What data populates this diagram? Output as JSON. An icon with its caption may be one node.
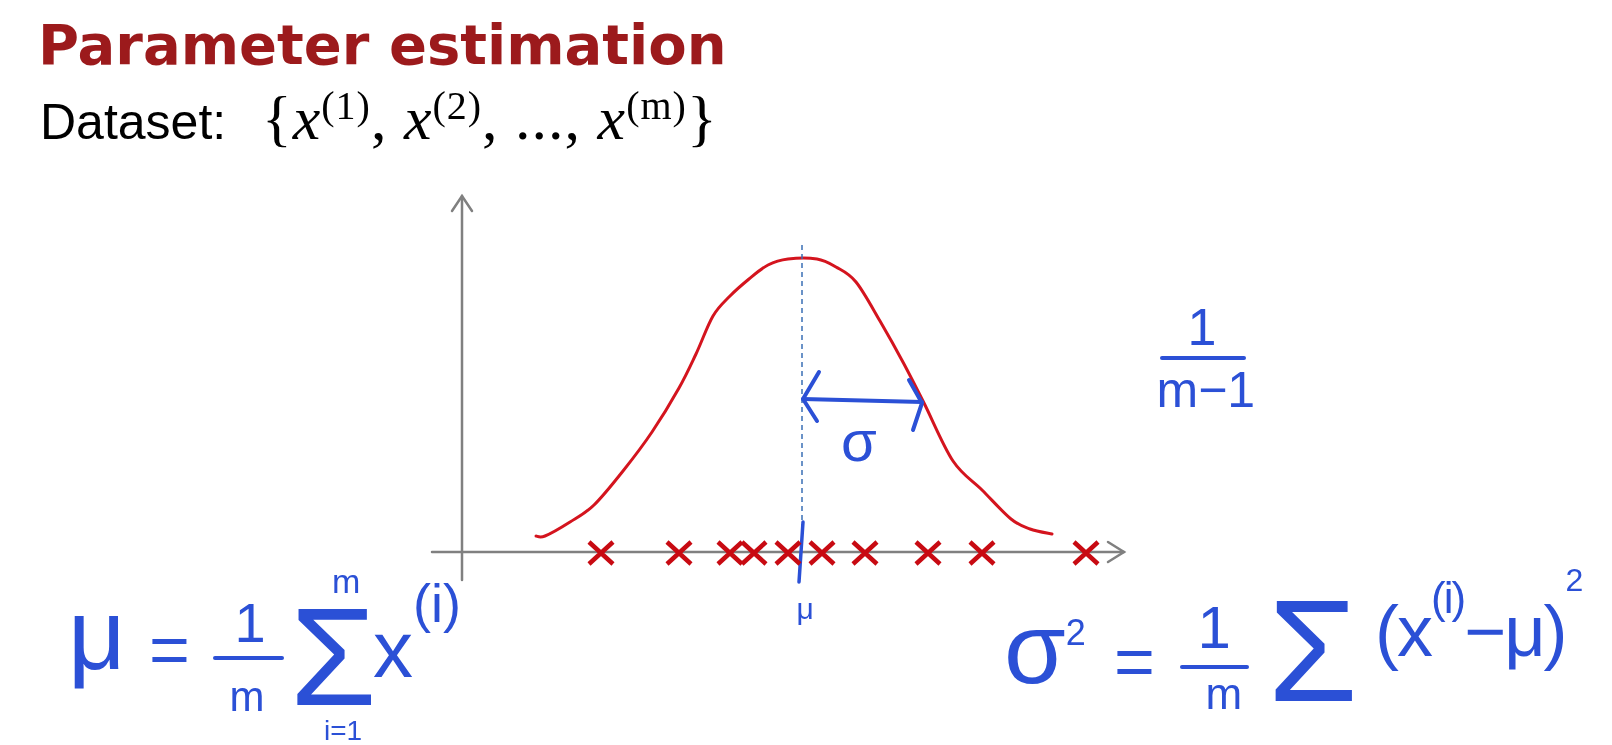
{
  "diagram": {
    "title": "Parameter estimation",
    "labels": [
      "Dataset:",
      "{*x*$^{(1)}$, *x*$^{(2)}$, ..., *x*$^{(m)}$}",
      "1",
      "m−1",
      "σ",
      "μ",
      "μ",
      "=",
      "1",
      "m",
      "Σ",
      "m",
      "i=1",
      "x$^{(i)}$",
      "σ$^{2}$",
      "=",
      "1",
      "m",
      "Σ",
      "(x$^{(i)}$−μ)$^{2}$"
    ]
  }
}
